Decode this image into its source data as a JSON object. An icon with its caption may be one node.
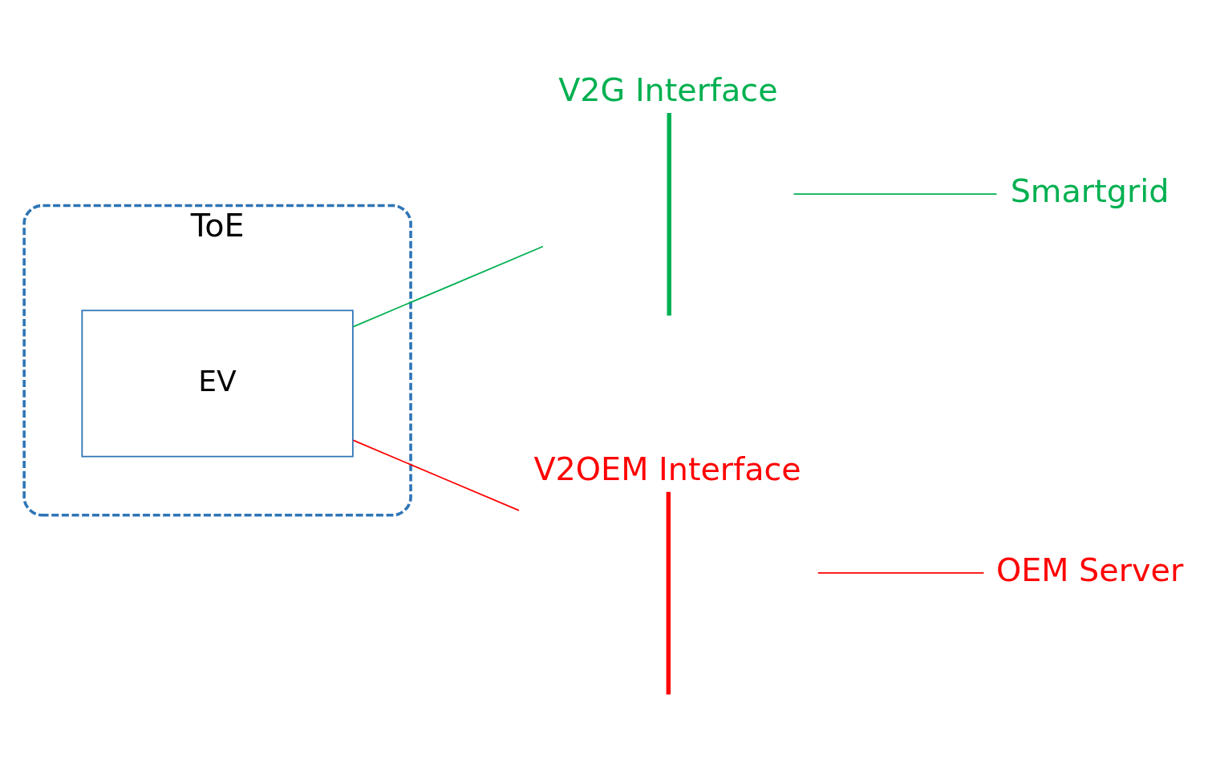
{
  "diagram": {
    "nodes": [
      {
        "text": [
          "ToE"
        ]
      },
      {
        "text": [
          "EV"
        ],
        "in": 0
      },
      {
        "text": [
          "V2G Interface"
        ]
      },
      {
        "text": [
          "Smartgrid"
        ]
      },
      {
        "text": [
          "V2OEM Interface"
        ]
      },
      {
        "text": [
          "OEM Server"
        ]
      }
    ],
    "edges": [
      {
        "from": 1,
        "to": 2,
        "arrow": "none",
        "color": "#00b050"
      },
      {
        "from": 2,
        "to": 3,
        "arrow": "none",
        "color": "#00b050"
      },
      {
        "from": 1,
        "to": 4,
        "arrow": "none",
        "color": "#ff0000"
      },
      {
        "from": 4,
        "to": 5,
        "arrow": "none",
        "color": "#ff0000"
      }
    ]
  }
}
